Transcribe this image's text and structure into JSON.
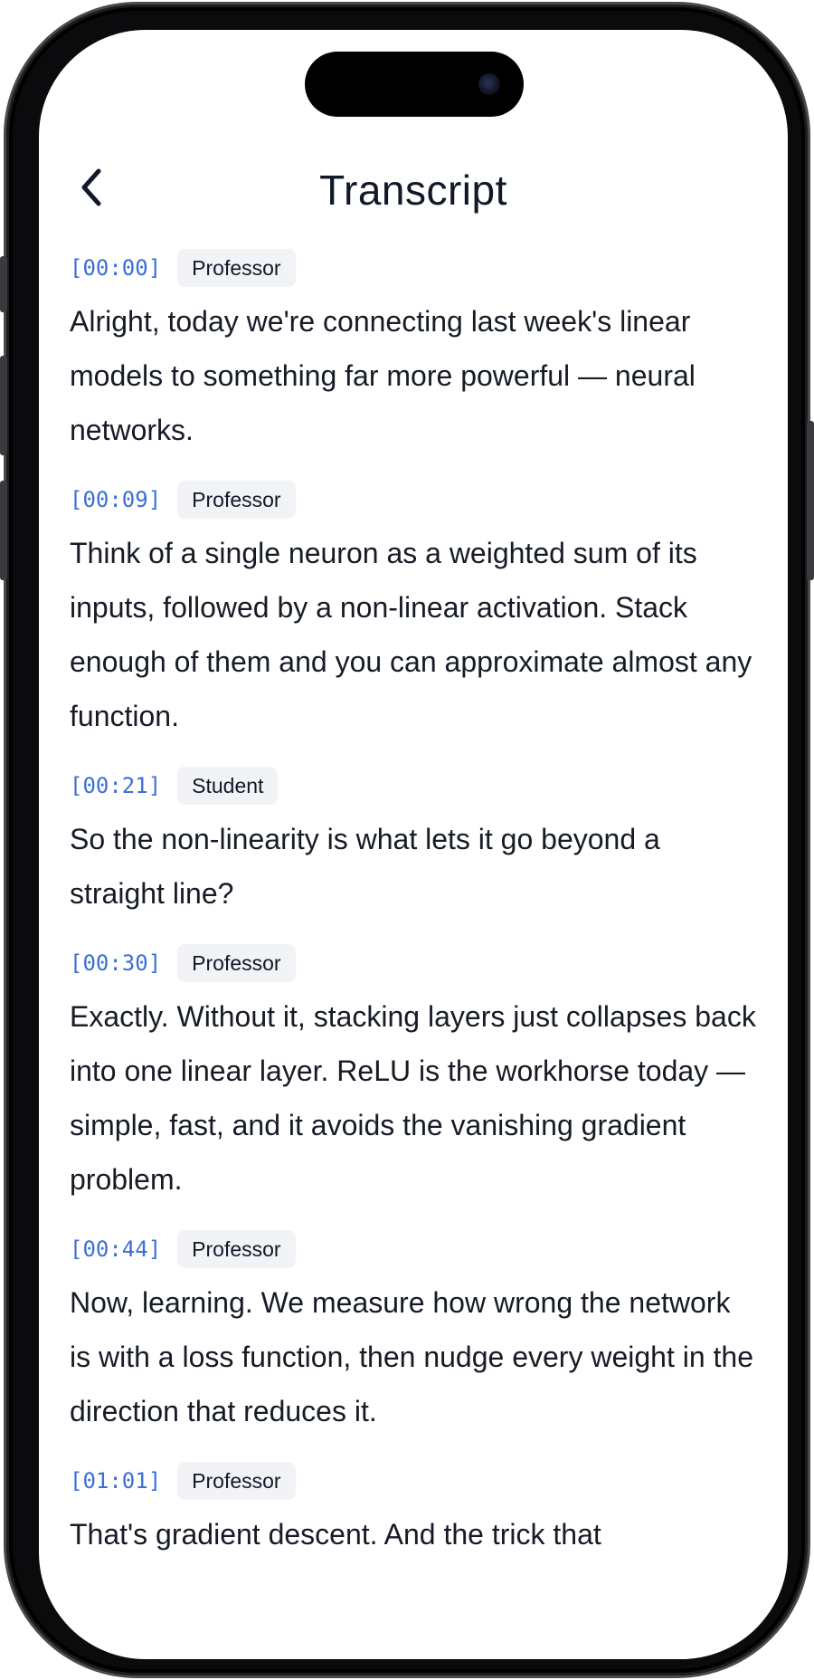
{
  "header": {
    "title": "Transcript"
  },
  "icons": {
    "back": "chevron-left-icon"
  },
  "colors": {
    "timestamp": "#3b6fd8",
    "badge_bg": "#f1f3f6",
    "text": "#161b26"
  },
  "transcript": [
    {
      "time": "[00:00]",
      "speaker": "Professor",
      "text": "Alright, today we're connecting last week's linear models to something far more powerful — neural networks."
    },
    {
      "time": "[00:09]",
      "speaker": "Professor",
      "text": "Think of a single neuron as a weighted sum of its inputs, followed by a non-linear activation. Stack enough of them and you can approximate almost any function."
    },
    {
      "time": "[00:21]",
      "speaker": "Student",
      "text": "So the non-linearity is what lets it go beyond a straight line?"
    },
    {
      "time": "[00:30]",
      "speaker": "Professor",
      "text": "Exactly. Without it, stacking layers just collapses back into one linear layer. ReLU is the workhorse today — simple, fast, and it avoids the vanishing gradient problem."
    },
    {
      "time": "[00:44]",
      "speaker": "Professor",
      "text": "Now, learning. We measure how wrong the network is with a loss function, then nudge every weight in the direction that reduces it."
    },
    {
      "time": "[01:01]",
      "speaker": "Professor",
      "text": "That's gradient descent. And the trick that"
    }
  ]
}
